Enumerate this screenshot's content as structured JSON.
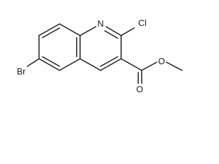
{
  "molecule": {
    "atoms": {
      "n": "N",
      "cl": "Cl",
      "br": "Br",
      "o_carbonyl": "O",
      "o_ester": "O"
    }
  },
  "colors": {
    "bond": "#1a1a1a",
    "label": "#1a1a1a",
    "background": "#ffffff"
  }
}
